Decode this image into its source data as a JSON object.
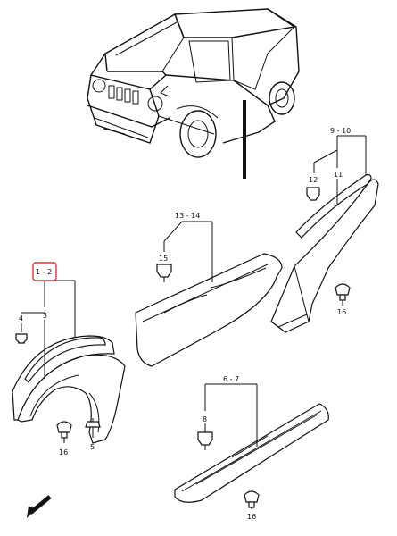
{
  "diagram": {
    "highlight_color": "#e0323a",
    "callouts": {
      "c_1_2": "1 - 2",
      "c_3": "3",
      "c_4": "4",
      "c_5": "5",
      "c_16a": "16",
      "c_6_7": "6 - 7",
      "c_8": "8",
      "c_16b": "16",
      "c_13_14": "13 - 14",
      "c_15": "15",
      "c_9_10": "9 - 10",
      "c_11": "11",
      "c_12": "12",
      "c_16c": "16"
    },
    "front_arrow_icon": "arrow-down-left-icon"
  }
}
